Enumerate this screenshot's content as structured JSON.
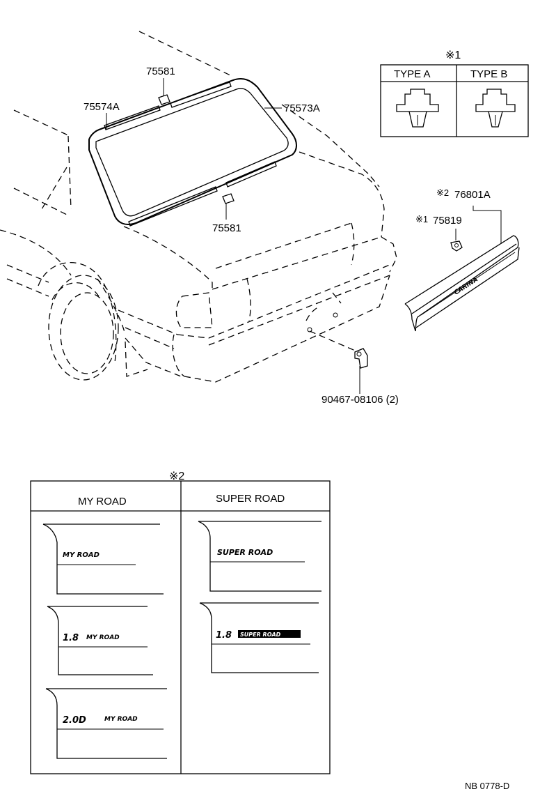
{
  "parts": {
    "p75581_top": "75581",
    "p75574A": "75574A",
    "p75573A": "75573A",
    "p75581_bottom": "75581",
    "p76801A_mark": "※2",
    "p76801A": "76801A",
    "p75819_mark": "※1",
    "p75819": "75819",
    "p90467": "90467-08106 (2)",
    "emblem_text": "CARINA"
  },
  "note1": {
    "mark": "※1",
    "type_a": "TYPE  A",
    "type_b": "TYPE  B"
  },
  "note2": {
    "mark": "※2",
    "col_left": "MY ROAD",
    "col_right": "SUPER ROAD",
    "left_items": [
      "MY ROAD",
      "1.8",
      "MY ROAD",
      "2.0D",
      "MY ROAD"
    ],
    "right_items": [
      "SUPER ROAD",
      "1.8",
      "SUPER ROAD"
    ]
  },
  "diagram_code": "NB 0778-D"
}
